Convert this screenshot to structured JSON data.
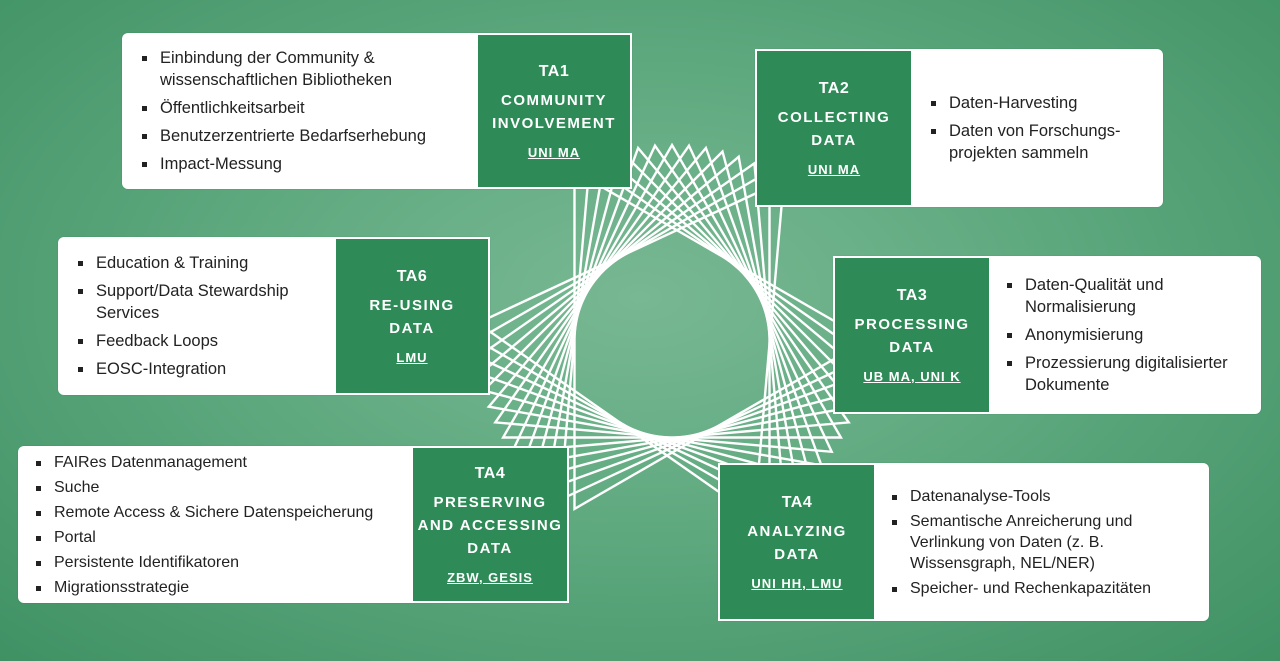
{
  "ta1": {
    "code": "TA1",
    "name_line1": "COMMUNITY",
    "name_line2": "INVOLVEMENT",
    "org": "UNI MA",
    "items": [
      "Einbindung der Community & wissenschaftlichen Bibliotheken",
      "Öffentlichkeitsarbeit",
      "Benutzerzentrierte Bedarfserhebung",
      "Impact-Messung"
    ]
  },
  "ta2": {
    "code": "TA2",
    "name_line1": "COLLECTING",
    "name_line2": "DATA",
    "org": "UNI MA",
    "items": [
      "Daten-Harvesting",
      "Daten von Forschungs-projekten sammeln"
    ]
  },
  "ta3": {
    "code": "TA3",
    "name_line1": "PROCESSING",
    "name_line2": "DATA",
    "org": "UB MA, UNI K",
    "items": [
      "Daten-Qualität und Normalisierung",
      "Anonymisierung",
      "Prozessierung digitalisierter Dokumente"
    ]
  },
  "ta4a": {
    "code": "TA4",
    "name_line1": "ANALYZING",
    "name_line2": "DATA",
    "org": "UNI HH, LMU",
    "items": [
      "Datenanalyse-Tools",
      "Semantische Anreicherung und Verlinkung von Daten (z. B. Wissensgraph, NEL/NER)",
      "Speicher- und Rechenkapazitäten"
    ]
  },
  "ta4p": {
    "code": "TA4",
    "name_line1": "PRESERVING",
    "name_line2": "AND ACCESSING",
    "name_line3": "DATA",
    "org": "ZBW, GESIS",
    "items": [
      "FAIRes Datenmanagement",
      "Suche",
      "Remote Access & Sichere Datenspeicherung",
      "Portal",
      "Persistente Identifikatoren",
      "Migrationsstrategie"
    ]
  },
  "ta6": {
    "code": "TA6",
    "name_line1": "RE-USING",
    "name_line2": "DATA",
    "org": "LMU",
    "items": [
      "Education & Training",
      "Support/Data Stewardship Services",
      "Feedback Loops",
      "EOSC-Integration"
    ]
  },
  "colors": {
    "accent": "#2e8b57",
    "background": "#5fa97f"
  }
}
